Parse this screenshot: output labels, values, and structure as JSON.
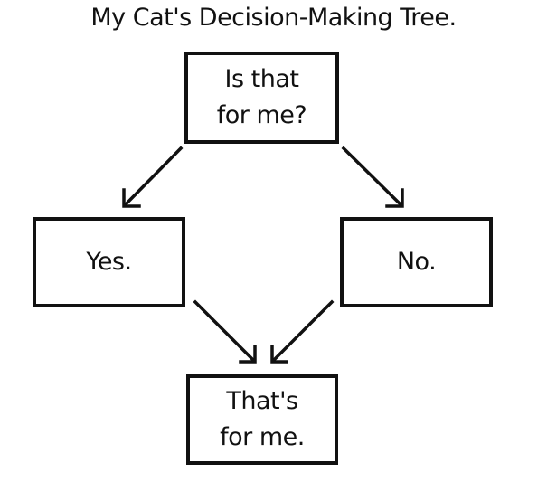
{
  "title": "My Cat's Decision-Making Tree.",
  "nodes": {
    "question": {
      "line1": "Is that",
      "line2": "for me?"
    },
    "yes": {
      "label": "Yes."
    },
    "no": {
      "label": "No."
    },
    "result": {
      "line1": "That's",
      "line2": "for me."
    }
  },
  "edges": [
    {
      "from": "question",
      "to": "yes"
    },
    {
      "from": "question",
      "to": "no"
    },
    {
      "from": "yes",
      "to": "result"
    },
    {
      "from": "no",
      "to": "result"
    }
  ],
  "colors": {
    "stroke": "#111111",
    "background": "#ffffff"
  }
}
